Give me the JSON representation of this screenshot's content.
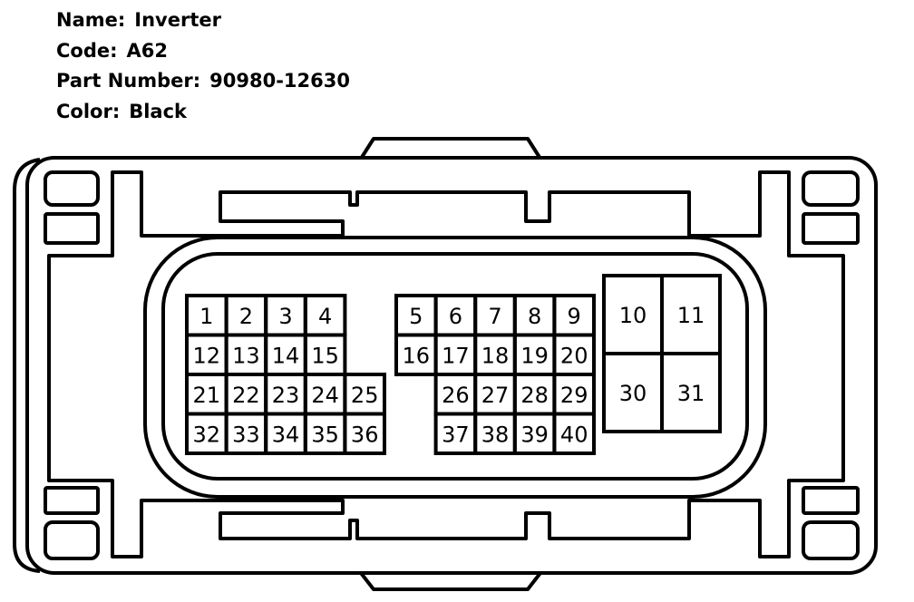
{
  "info": [
    {
      "label": "Name:",
      "value": "Inverter"
    },
    {
      "label": "Code:",
      "value": "A62"
    },
    {
      "label": "Part Number:",
      "value": "90980-12630"
    },
    {
      "label": "Color:",
      "value": "Black"
    }
  ],
  "pins": {
    "group_a": [
      [
        "1",
        "2",
        "3",
        "4",
        ""
      ],
      [
        "12",
        "13",
        "14",
        "15",
        ""
      ],
      [
        "21",
        "22",
        "23",
        "24",
        "25"
      ],
      [
        "32",
        "33",
        "34",
        "35",
        "36"
      ]
    ],
    "group_b": [
      [
        "5",
        "6",
        "7",
        "8",
        "9"
      ],
      [
        "16",
        "17",
        "18",
        "19",
        "20"
      ],
      [
        "",
        "26",
        "27",
        "28",
        "29"
      ],
      [
        "",
        "37",
        "38",
        "39",
        "40"
      ]
    ],
    "group_c": [
      [
        "10",
        "11"
      ],
      [
        "30",
        "31"
      ]
    ]
  }
}
